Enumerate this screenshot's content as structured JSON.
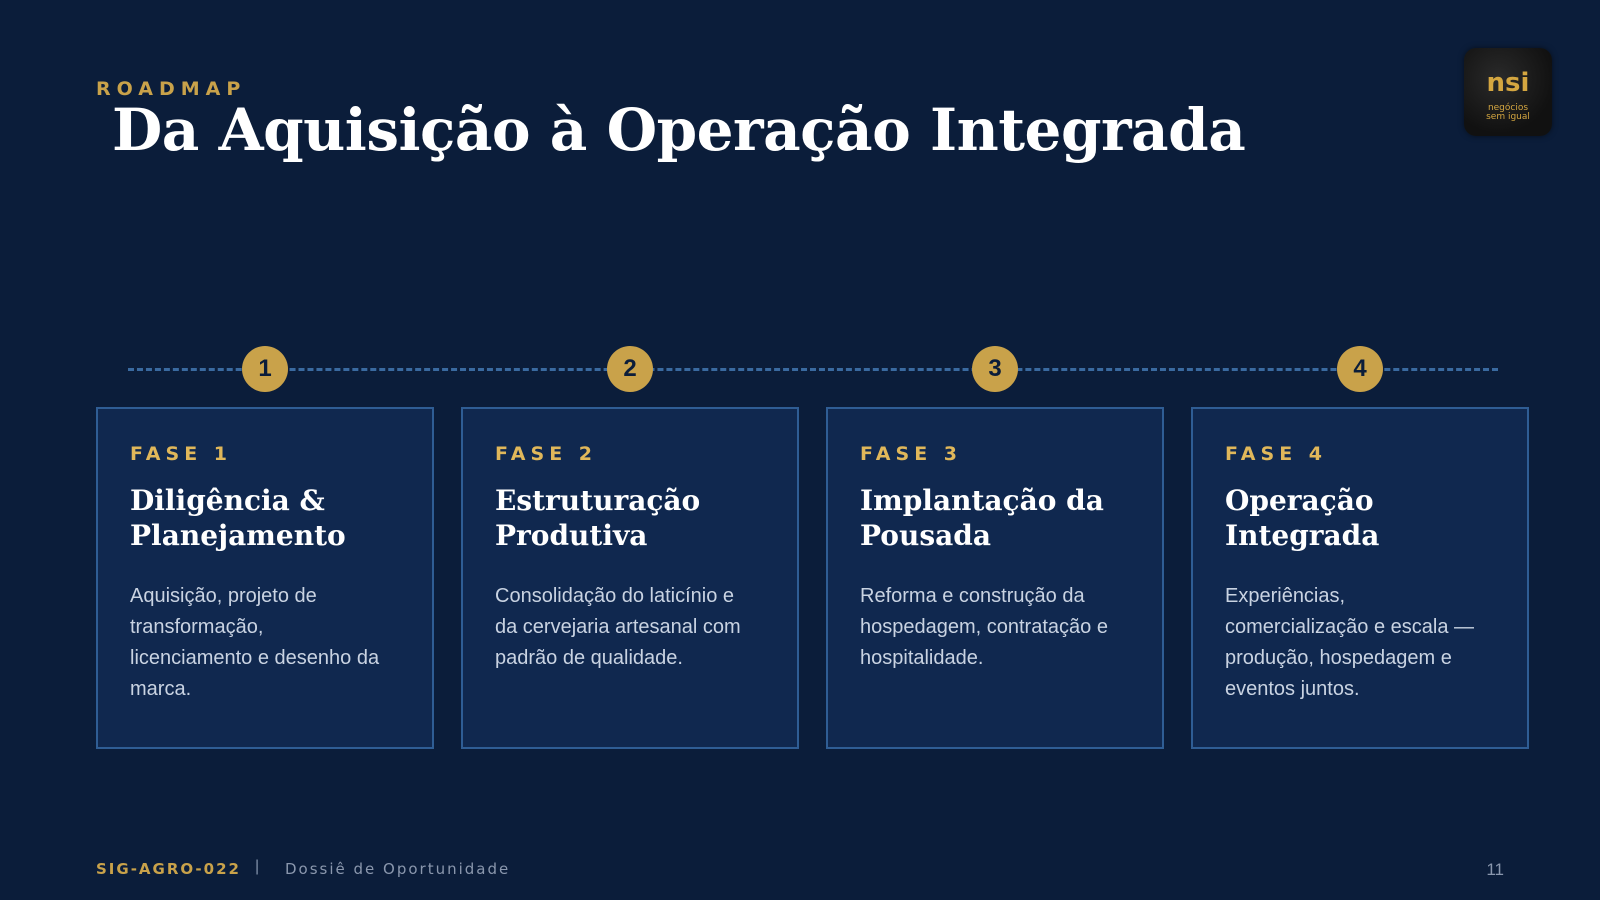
{
  "header": {
    "eyebrow": "ROADMAP",
    "title": "Da Aquisição à Operação Integrada"
  },
  "logo": {
    "mark": "nsi",
    "line1": "negócios",
    "line2": "sem igual"
  },
  "colors": {
    "background": "#0b1d3a",
    "accent": "#c9a24a",
    "card_bg": "#10284f",
    "card_border": "#2f5d94",
    "timeline": "#3a6aa0"
  },
  "phases": [
    {
      "number": "1",
      "label": "FASE 1",
      "title_lines": [
        "Diligência &",
        "Planejamento"
      ],
      "desc_lines": [
        "Aquisição, projeto de",
        "transformação,",
        "licenciamento e desenho da",
        "marca."
      ]
    },
    {
      "number": "2",
      "label": "FASE 2",
      "title_lines": [
        "Estruturação",
        "Produtiva"
      ],
      "desc_lines": [
        "Consolidação do laticínio e",
        "da cervejaria artesanal com",
        "padrão de qualidade."
      ]
    },
    {
      "number": "3",
      "label": "FASE 3",
      "title_lines": [
        "Implantação da",
        "Pousada"
      ],
      "desc_lines": [
        "Reforma e construção da",
        "hospedagem, contratação e",
        "hospitalidade."
      ]
    },
    {
      "number": "4",
      "label": "FASE 4",
      "title_lines": [
        "Operação",
        "Integrada"
      ],
      "desc_lines": [
        "Experiências,",
        "comercialização e escala —",
        "produção, hospedagem e",
        "eventos juntos."
      ]
    }
  ],
  "footer": {
    "code": "SIG-AGRO-022",
    "separator": "|",
    "document": "Dossiê de Oportunidade",
    "page": "11"
  }
}
